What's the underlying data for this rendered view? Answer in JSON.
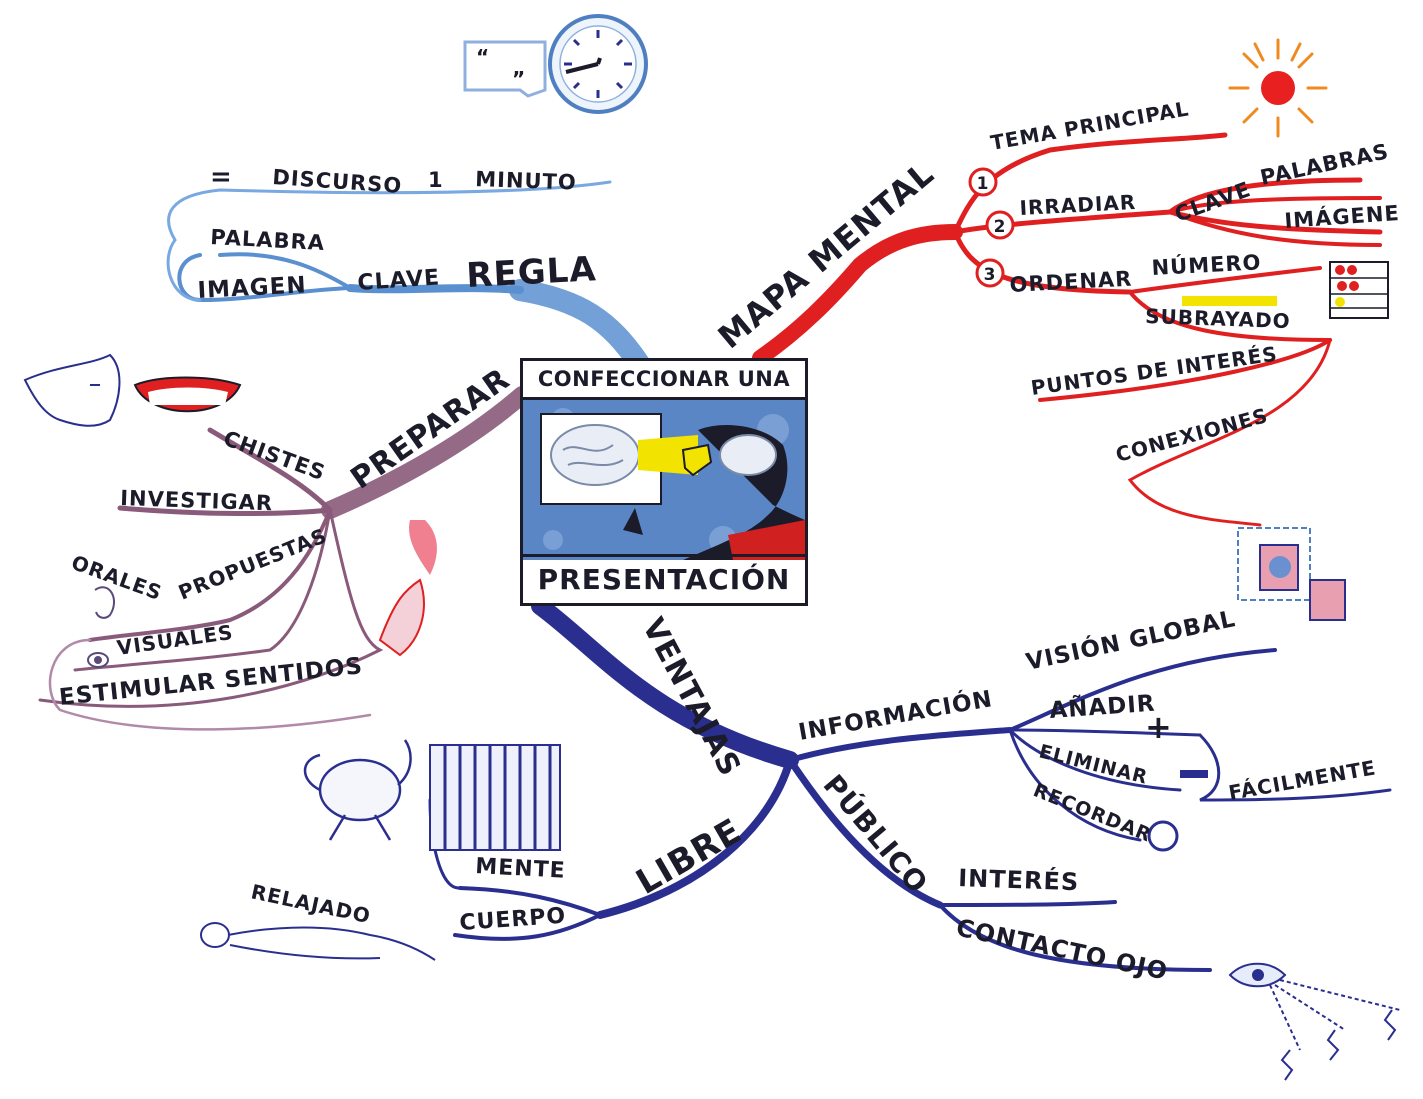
{
  "center": {
    "title_top": "CONFECCIONAR UNA",
    "title_bottom": "PRESENTACIÓN"
  },
  "colors": {
    "regla": "#5a8fd0",
    "mapa_mental": "#e02020",
    "preparar": "#8a5a7a",
    "ventajas": "#2a2f8f",
    "ink": "#1b1b2a",
    "highlight": "#f2e400"
  },
  "branches": {
    "regla": {
      "label": "REGLA",
      "clave": "CLAVE",
      "palabra": "PALABRA",
      "imagen": "IMAGEN",
      "equals": "=",
      "discurso": "DISCURSO",
      "uno": "1",
      "minuto": "MINUTO"
    },
    "mapa_mental": {
      "label": "MAPA MENTAL",
      "n1": "1",
      "n2": "2",
      "n3": "3",
      "tema_principal": "TEMA PRINCIPAL",
      "irradiar": "IRRADIAR",
      "clave": "CLAVE",
      "palabras": "PALABRAS",
      "imagene": "IMÁGENE",
      "ordenar": "ORDENAR",
      "numero": "NÚMERO",
      "subrayado": "SUBRAYADO",
      "puntos_de_interes": "PUNTOS DE INTERÉS",
      "conexiones": "CONEXIONES"
    },
    "preparar": {
      "label": "PREPARAR",
      "chistes": "CHISTES",
      "investigar": "INVESTIGAR",
      "propuestas": "PROPUESTAS",
      "orales": "ORALES",
      "visuales": "VISUALES",
      "estimular_sentidos": "ESTIMULAR SENTIDOS"
    },
    "ventajas": {
      "label": "VENTAJAS",
      "informacion": "INFORMACIÓN",
      "vision_global": "VISIÓN GLOBAL",
      "anadir": "AÑADIR",
      "eliminar": "ELIMINAR",
      "recordar": "RECORDAR",
      "facilmente": "FÁCILMENTE",
      "publico": "PÚBLICO",
      "interes": "INTERÉS",
      "contacto_ojo": "CONTACTO OJO",
      "libre": "LIBRE",
      "mente": "MENTE",
      "cuerpo": "CUERPO",
      "relajado": "RELAJADO"
    }
  },
  "icons": {
    "clock_quote_open": "“",
    "clock_quote_close": "”",
    "plus": "+",
    "minus": "−"
  }
}
